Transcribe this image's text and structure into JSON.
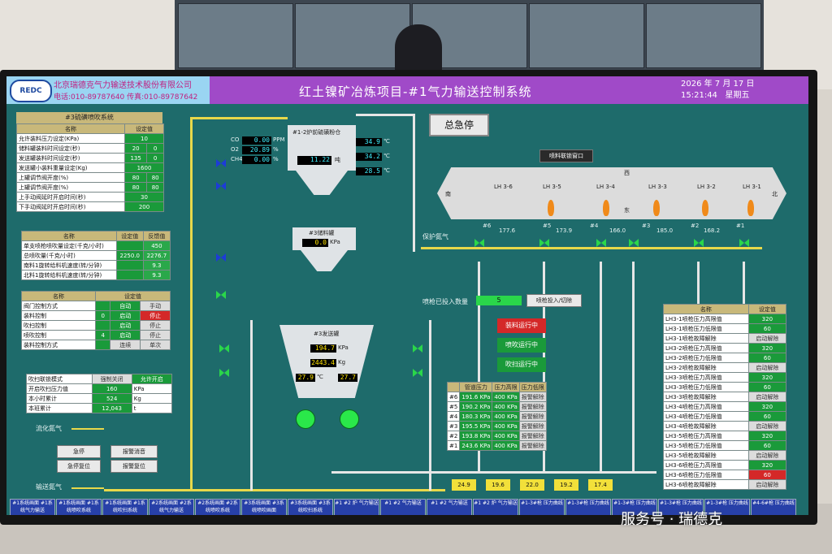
{
  "header": {
    "logo": "REDC",
    "company": "北京瑞德克气力输送技术股份有限公司",
    "phone": "电话:010-89787640 传真:010-89787642",
    "title": "红土镍矿冶炼项目-#1气力输送控制系统",
    "date": "2026 年 7 月 17 日",
    "time": "15:21:44",
    "weekday": "星期五"
  },
  "emergency_stop": "总急停",
  "feeding_window": "喷料联锁窗口",
  "setpoints": {
    "title": "#3硫磺喷吹系统",
    "col_name": "名称",
    "col_set": "设定值",
    "rows": [
      {
        "name": "允许装料压力设定(KPa)",
        "v1": "10",
        "v2": ""
      },
      {
        "name": "储料罐装料时间设定(秒)",
        "v1": "20",
        "v2": "0"
      },
      {
        "name": "发送罐装料时间设定(秒)",
        "v1": "135",
        "v2": "0"
      },
      {
        "name": "发送罐小装料重量设定(Kg)",
        "v1": "1600",
        "v2": ""
      },
      {
        "name": "上罐调节阀开度(%)",
        "v1": "80",
        "v2": "80"
      },
      {
        "name": "上罐调节阀开度(%)",
        "v1": "80",
        "v2": "80"
      },
      {
        "name": "上手动阀延时开启时间(秒)",
        "v1": "30",
        "v2": ""
      },
      {
        "name": "下手动阀延时开启时间(秒)",
        "v1": "200",
        "v2": ""
      }
    ]
  },
  "feed_table": {
    "col_name": "名称",
    "col_set": "设定值",
    "col_fb": "反馈值",
    "rows": [
      {
        "name": "单支喷枪喷吹量设定(千克/小时)",
        "v1": "",
        "v2": "450"
      },
      {
        "name": "总喷吹量(千克/小时)",
        "v1": "2250.0",
        "v2": "2276.7"
      },
      {
        "name": "南料1旋转给料机速度(转/分钟)",
        "v1": "",
        "v2": "9.3"
      },
      {
        "name": "北料1旋转给料机速度(转/分钟)",
        "v1": "",
        "v2": "9.3"
      }
    ]
  },
  "mode_table": {
    "col_name": "名称",
    "col_set": "设定值",
    "rows": [
      {
        "name": "阀门控制方式",
        "v1": "",
        "b1": "自动",
        "b2": "手动"
      },
      {
        "name": "装料控制",
        "v1": "0",
        "b1": "启动",
        "b2": "停止"
      },
      {
        "name": "吹扫控制",
        "v1": "",
        "b1": "启动",
        "b2": "停止"
      },
      {
        "name": "喷吹控制",
        "v1": "4",
        "b1": "启动",
        "b2": "停止"
      },
      {
        "name": "装料控制方式",
        "v1": "",
        "b1": "连续",
        "b2": "单次"
      }
    ]
  },
  "purge_table": {
    "rows": [
      {
        "name": "吹扫联锁模式",
        "v1": "强制关闭",
        "v2": "允许开启"
      },
      {
        "name": "开启吹扫压力值",
        "v1": "160",
        "v2": "KPa"
      },
      {
        "name": "本小时累计",
        "v1": "524",
        "v2": "Kg"
      },
      {
        "name": "本班累计",
        "v1": "12,043",
        "v2": "t"
      }
    ]
  },
  "left_buttons": [
    "急停",
    "报警消音",
    "急停复位",
    "报警复位"
  ],
  "fluid_gas": "流化氮气",
  "transport_gas": "输送氮气",
  "protect_gas": "保护氮气",
  "silo": {
    "name": "#1-2炉前硫磺粉仓",
    "weight": "11.22",
    "weight_unit": "吨",
    "co_label": "CO",
    "co": "0.00",
    "co_unit": "PPM",
    "o2_label": "O2",
    "o2": "20.89",
    "o2_unit": "%",
    "ch4_label": "CH4",
    "ch4": "0.00",
    "ch4_unit": "%",
    "t1": "34.9",
    "t2": "34.2",
    "t3": "28.5",
    "tunit": "℃"
  },
  "storage_tank": {
    "name": "#3储料罐",
    "pressure": "0.0",
    "unit": "KPa"
  },
  "send_tank": {
    "name": "#3发送罐",
    "pressure": "194.7",
    "p_unit": "KPa",
    "weight": "2443.4",
    "w_unit": "Kg",
    "t1": "27.9",
    "t2": "27.7",
    "tunit": "℃"
  },
  "furnace": {
    "west": "西",
    "east": "东",
    "south": "南",
    "north": "北",
    "lances": [
      "LH 3-6",
      "LH 3-5",
      "LH 3-4",
      "LH 3-3",
      "LH 3-2",
      "LH 3-1"
    ],
    "ports": [
      "#6",
      "#5",
      "#4",
      "#3",
      "#2",
      "#1"
    ],
    "pressures": [
      "177.6",
      "173.9",
      "166.0",
      "185.0",
      "168.2",
      ""
    ],
    "p_unit": "KPa"
  },
  "lance_count": {
    "label": "喷枪已投入数量",
    "value": "5",
    "button": "喷枪投入/切除"
  },
  "status_boxes": [
    "装料运行中",
    "喷吹运行中",
    "吹扫运行中"
  ],
  "mid_table": {
    "headers": [
      "",
      "管道压力",
      "压力高限",
      "压力低限"
    ],
    "rows": [
      [
        "#6",
        "191.6 KPa",
        "400 KPa",
        "报警解除"
      ],
      [
        "#5",
        "190.2 KPa",
        "400 KPa",
        "报警解除"
      ],
      [
        "#4",
        "180.3 KPa",
        "400 KPa",
        "报警解除"
      ],
      [
        "#3",
        "195.5 KPa",
        "400 KPa",
        "报警解除"
      ],
      [
        "#2",
        "193.8 KPa",
        "400 KPa",
        "报警解除"
      ],
      [
        "#1",
        "243.6 KPa",
        "400 KPa",
        "报警解除"
      ]
    ]
  },
  "right_table": {
    "col_name": "名称",
    "col_set": "设定值",
    "rows": [
      [
        "LH3-1喷枪压力高限值",
        "320"
      ],
      [
        "LH3-1喷枪压力低限值",
        "60"
      ],
      [
        "LH3-1喷枪故障解除",
        "启动解除"
      ],
      [
        "LH3-2喷枪压力高限值",
        "320"
      ],
      [
        "LH3-2喷枪压力低限值",
        "60"
      ],
      [
        "LH3-2喷枪故障解除",
        "启动解除"
      ],
      [
        "LH3-3喷枪压力高限值",
        "320"
      ],
      [
        "LH3-3喷枪压力低限值",
        "60"
      ],
      [
        "LH3-3喷枪故障解除",
        "启动解除"
      ],
      [
        "LH3-4喷枪压力高限值",
        "320"
      ],
      [
        "LH3-4喷枪压力低限值",
        "60"
      ],
      [
        "LH3-4喷枪故障解除",
        "启动解除"
      ],
      [
        "LH3-5喷枪压力高限值",
        "320"
      ],
      [
        "LH3-5喷枪压力低限值",
        "60"
      ],
      [
        "LH3-5喷枪故障解除",
        "启动解除"
      ],
      [
        "LH3-6喷枪压力高限值",
        "320"
      ],
      [
        "LH3-6喷枪压力低限值",
        "60"
      ],
      [
        "LH3-6喷枪故障解除",
        "启动解除"
      ]
    ]
  },
  "temps": [
    "24.9",
    "19.6",
    "22.0",
    "19.2",
    "17.4"
  ],
  "nav": [
    "#1系统画面 #1系统气力输送",
    "#1系统画面 #1系统喷吹系统",
    "#1系统画面 #1系统吹扫系统",
    "#2系统画面 #2系统气力输送",
    "#2系统画面 #2系统喷吹系统",
    "#3系统画面 #3系统喷吹画面",
    "#3系统画面 #3系统吹扫系统",
    "#1 #2 炉 气力输送",
    "#1 #2 气力输送",
    "#1 #2 气力输送",
    "#1 #2 炉 气力输送",
    "#1-3#枪 压力曲线",
    "#1-3#枪 压力曲线",
    "#1-3#枪 压力曲线",
    "#1-3#枪 压力曲线",
    "#1-3#枪 压力曲线",
    "#4-6#枪 压力曲线"
  ],
  "watermark": "服务号 · 瑞德克"
}
